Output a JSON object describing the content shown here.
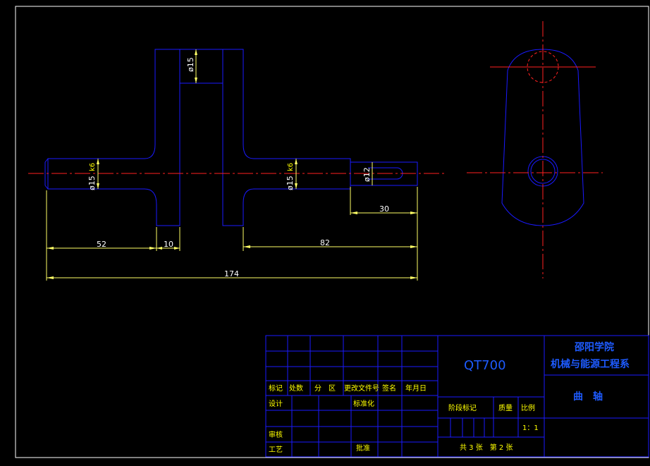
{
  "dimensions": {
    "d52": "52",
    "d10": "10",
    "d82": "82",
    "d174": "174",
    "d30": "30",
    "dia_left": "ø15",
    "dia_left_tol": "k6",
    "dia_mid": "ø15",
    "dia_mid_tol": "k6",
    "dia_top": "ø15",
    "dia_slot": "ø12"
  },
  "title_block": {
    "material": "QT700",
    "school": "邵阳学院",
    "department": "机械与能源工程系",
    "part_name": "曲　轴",
    "row_labels": [
      "标记",
      "处数",
      "分　区",
      "更改文件号",
      "签名",
      "年月日"
    ],
    "design": "设计",
    "standardize": "标准化",
    "review": "审核",
    "process": "工艺",
    "approve": "批准",
    "stage_mark": "阶段标记",
    "weight": "质量",
    "scale_label": "比例",
    "scale_value": "1：1",
    "sheets": "共 3 张　第 2 张"
  },
  "colors": {
    "outline": "#1a1aff",
    "dimension": "#ffff66",
    "center": "#ff2020",
    "text": "#ffffff"
  }
}
